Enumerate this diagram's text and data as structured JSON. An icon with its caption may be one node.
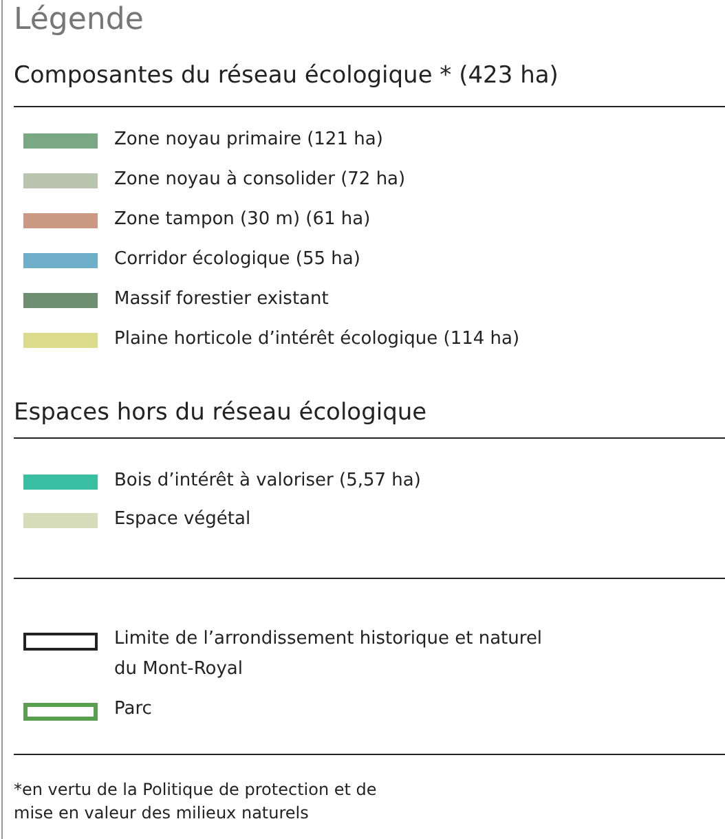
{
  "diagram": {
    "title": "Légende",
    "labels": [
      "Composantes du réseau écologique * (423 ha)",
      "Espaces hors du réseau écologique",
      "*en vertu de la Politique de protection et de mise en valeur des milieux naturels"
    ],
    "legend": [
      {
        "text": "Zone noyau primaire (121 ha)",
        "color": "#7aa884"
      },
      {
        "text": "Zone noyau à consolider (72 ha)",
        "color": "#b9c4ae"
      },
      {
        "text": "Zone tampon (30 m) (61 ha)",
        "color": "#cc9a84"
      },
      {
        "text": "Corridor écologique (55 ha)",
        "color": "#6fafc9"
      },
      {
        "text": "Massif forestier existant",
        "color": "#6f8f72"
      },
      {
        "text": "Plaine horticole d’intérêt écologique (114 ha)",
        "color": "#dcdc8c"
      },
      {
        "text": "Bois d’intérêt à valoriser (5,57 ha)",
        "color": "#3bbfa3"
      },
      {
        "text": "Espace végétal",
        "color": "#d6dbb9"
      },
      {
        "text": "Limite de l’arrondissement historique et naturel du Mont-Royal"
      },
      {
        "text": "Parc"
      }
    ]
  }
}
